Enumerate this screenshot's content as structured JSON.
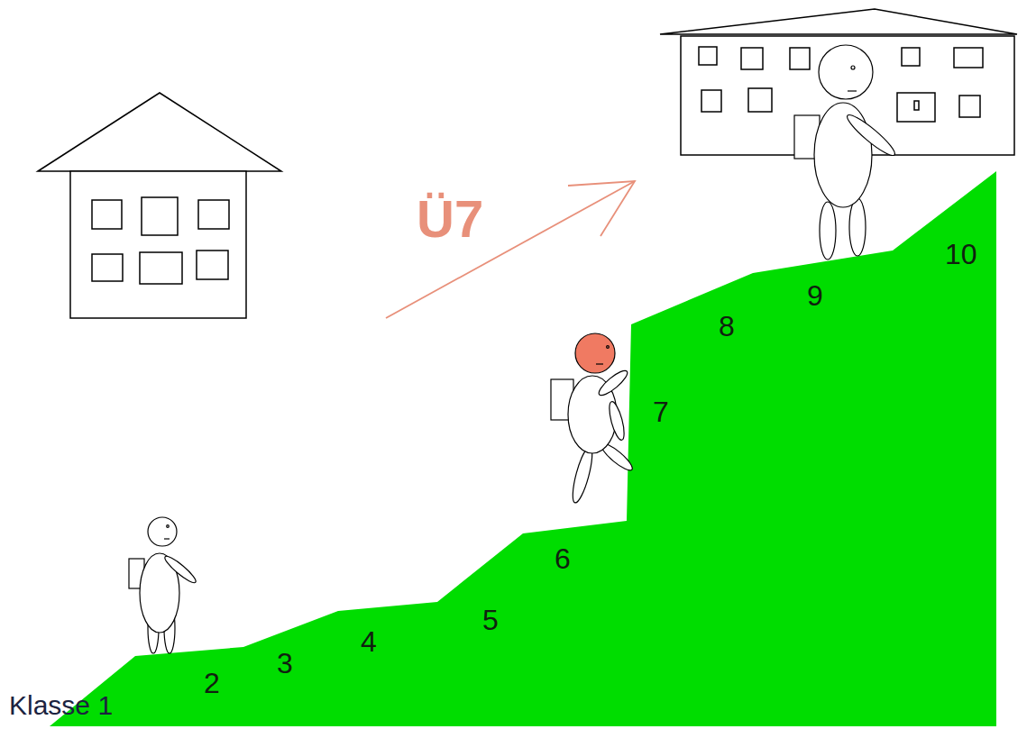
{
  "diagram": {
    "labels": [
      "Klasse 1",
      "2",
      "3",
      "4",
      "5",
      "6",
      "7",
      "8",
      "9",
      "10",
      "Ü7"
    ]
  }
}
